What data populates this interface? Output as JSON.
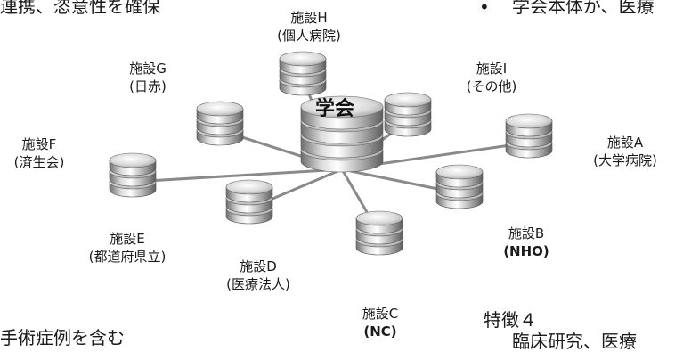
{
  "slide": {
    "top_left_text": "連携、恣意性を確保",
    "top_right_bullet": "•",
    "top_right_text": "学会本体が、医療",
    "bottom_left_text": "手術症例を含む",
    "feature_title": "特徴４",
    "bottom_right_text": "臨床研究、医療"
  },
  "hub": {
    "label": "学会"
  },
  "nodes": [
    {
      "id": "h",
      "line1": "施設H",
      "line2": "(個人病院)",
      "bold2": false
    },
    {
      "id": "g",
      "line1": "施設G",
      "line2": "(日赤)",
      "bold2": false
    },
    {
      "id": "i",
      "line1": "施設I",
      "line2": "(その他)",
      "bold2": false
    },
    {
      "id": "f",
      "line1": "施設F",
      "line2": "(済生会)",
      "bold2": false
    },
    {
      "id": "a",
      "line1": "施設A",
      "line2": "(大学病院)",
      "bold2": false
    },
    {
      "id": "e",
      "line1": "施設E",
      "line2": "(都道府県立)",
      "bold2": false
    },
    {
      "id": "b",
      "line1": "施設B",
      "line2": "(NHO)",
      "bold2": true
    },
    {
      "id": "d",
      "line1": "施設D",
      "line2": "(医療法人)",
      "bold2": false
    },
    {
      "id": "c",
      "line1": "施設C",
      "line2": "(NC)",
      "bold2": true
    }
  ],
  "colors": {
    "metal_light": "#f2f2f2",
    "metal_mid": "#b8b8b8",
    "metal_dark": "#6e6e6e",
    "link": "#8a8a8a"
  }
}
